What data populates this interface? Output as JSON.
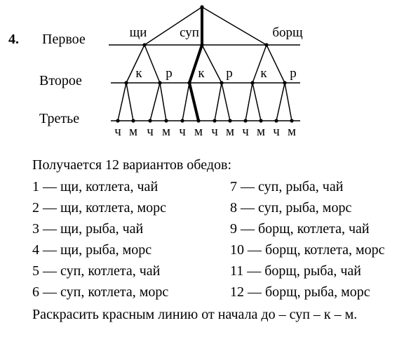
{
  "problem": {
    "number": "4.",
    "levels": [
      "Первое",
      "Второе",
      "Третье"
    ],
    "first_courses": [
      "щи",
      "суп",
      "борщ"
    ],
    "second_courses": [
      "к",
      "р"
    ],
    "drinks": [
      "ч",
      "м"
    ],
    "result_header": "Получается 12 вариантов обедов:",
    "variants_left": [
      "1 — щи, котлета, чай",
      "2 — щи, котлета, морс",
      "3 — щи, рыба, чай",
      "4 — щи, рыба, морс",
      "5 — суп, котлета, чай",
      "6 — суп, котлета, морс"
    ],
    "variants_right": [
      "7 — суп, рыба, чай",
      "8 — суп, рыба, морс",
      "9 — борщ, котлета, чай",
      "10 — борщ, котлета, морс",
      "11 — борщ, рыба, чай",
      "12 — борщ, рыба, морс"
    ],
    "footer": "Раскрасить красным линию от начала до – суп – к – м."
  }
}
